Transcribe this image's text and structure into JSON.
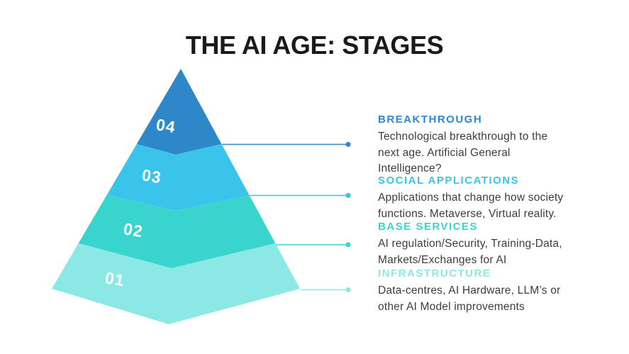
{
  "title": "THE AI AGE: STAGES",
  "colors": {
    "title_text": "#1a1a1a",
    "body_text": "#3d3d3d",
    "background": "#ffffff"
  },
  "stages": [
    {
      "number": "04",
      "title": "BREAKTHROUGH",
      "color": "#2E87C9",
      "lines": [
        "Technological breakthrough to the",
        "next age. Artificial General",
        "Intelligence?"
      ]
    },
    {
      "number": "03",
      "title": "SOCIAL APPLICATIONS",
      "color": "#3BC4EB",
      "lines": [
        "Applications that change how society",
        "functions. Metaverse, Virtual reality."
      ]
    },
    {
      "number": "02",
      "title": "BASE SERVICES",
      "color": "#3AD4CF",
      "lines": [
        "AI regulation/Security, Training-Data,",
        "Markets/Exchanges for AI"
      ]
    },
    {
      "number": "01",
      "title": "INFRASTRUCTURE",
      "color": "#8BE8E4",
      "lines": [
        "Data-centres, AI Hardware, LLM’s or",
        "other AI Model improvements"
      ]
    }
  ]
}
